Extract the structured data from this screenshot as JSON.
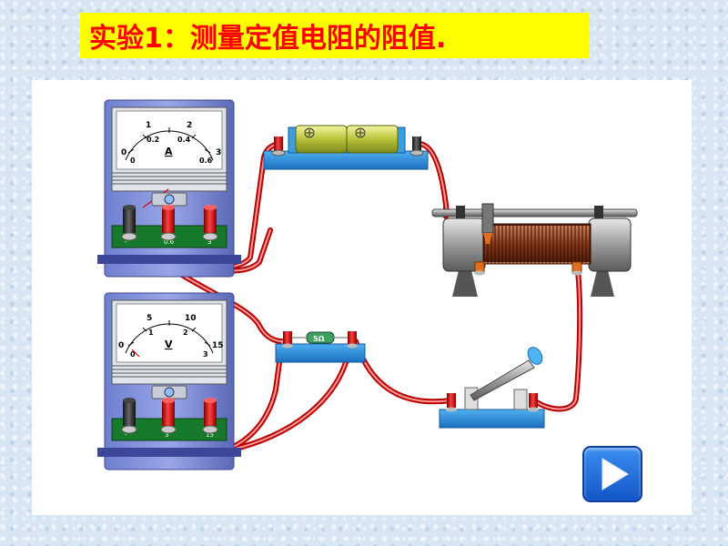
{
  "title": "实验1：测量定值电阻的阻值.",
  "ammeter": {
    "letter": "A",
    "scale_top": [
      "0",
      "1",
      "2",
      "3"
    ],
    "scale_bottom": [
      "0",
      "0.2",
      "0.4",
      "0.6"
    ],
    "terminals": [
      "-",
      "0.6",
      "3"
    ]
  },
  "voltmeter": {
    "letter": "V",
    "scale_top": [
      "0",
      "5",
      "10",
      "15"
    ],
    "scale_bottom": [
      "0",
      "1",
      "2",
      "3"
    ],
    "terminals": [
      "-",
      "3",
      "15"
    ]
  },
  "resistor_label": "5Ω",
  "play_icon": "play-icon"
}
